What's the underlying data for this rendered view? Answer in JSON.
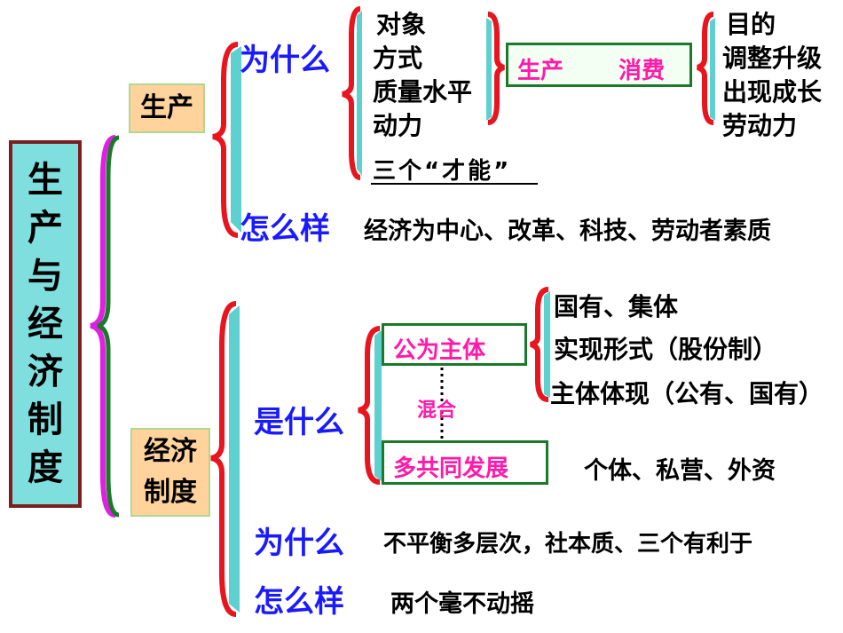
{
  "main_title": "生\n产\n与\n经\n济\n制\n度",
  "production": {
    "label": "生产",
    "why": {
      "label": "为什么",
      "items": [
        "对象",
        "方式",
        "质量水平",
        "动力"
      ],
      "extra": "三个“才能”",
      "relation": {
        "left": "生产",
        "right": "消费"
      },
      "results": [
        "目的",
        "调整升级",
        "出现成长",
        "劳动力"
      ]
    },
    "how": {
      "label": "怎么样",
      "text": "经济为中心、改革、科技、劳动者素质"
    }
  },
  "economy": {
    "label": "经济\n制度",
    "what": {
      "label": "是什么",
      "public": "公为主体",
      "public_details": [
        "国有、集体",
        "实现形式（股份制）",
        "主体体现（公有、国有）"
      ],
      "mixed": "混合",
      "multi": "多共同发展",
      "multi_detail": "个体、私营、外资"
    },
    "why": {
      "label": "为什么",
      "text": "不平衡多层次，社本质、三个有利于"
    },
    "how": {
      "label": "怎么样",
      "text": "两个毫不动摇"
    }
  },
  "colors": {
    "brace_red": "#e8141e",
    "brace_cyan": "#5fd0d0",
    "brace_green": "#1a7a2a",
    "brace_pink": "#e020e0",
    "label_blue": "#1a1aff",
    "accent_pink": "#ff1aaa"
  }
}
